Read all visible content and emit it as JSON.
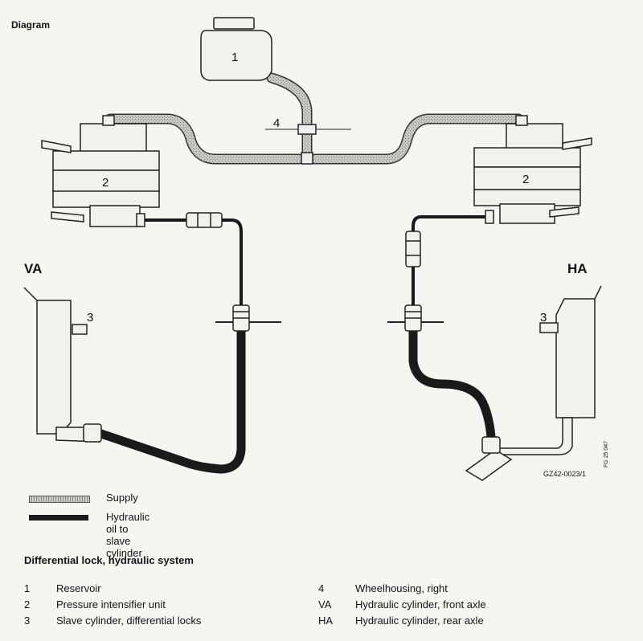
{
  "header": {
    "title": "Diagram"
  },
  "diagram": {
    "labels": {
      "reservoir": "1",
      "intensifier_left": "2",
      "intensifier_right": "2",
      "wheelhousing": "4",
      "front_axle": "VA",
      "rear_axle": "HA",
      "slave_left": "3",
      "slave_right": "3"
    },
    "drawing_code": "GZ42-0023/1",
    "vertical_code": "FG 25 047"
  },
  "legend": {
    "supply": "Supply",
    "hydraulic_oil": "Hydraulic oil to slave cylinder"
  },
  "caption": "Differential lock, hydraulic system",
  "items": [
    {
      "num": "1",
      "desc": "Reservoir"
    },
    {
      "num": "2",
      "desc": "Pressure intensifier unit"
    },
    {
      "num": "3",
      "desc": "Slave cylinder, differential locks"
    },
    {
      "num": "4",
      "desc": "Wheelhousing, right"
    },
    {
      "num": "VA",
      "desc": "Hydraulic cylinder, front axle"
    },
    {
      "num": "HA",
      "desc": "Hydraulic cylinder, rear axle"
    }
  ],
  "colors": {
    "supply": "#b8b6b0",
    "oil": "#1a1a1a",
    "outline": "#222222",
    "paper": "#f7f5f1"
  }
}
